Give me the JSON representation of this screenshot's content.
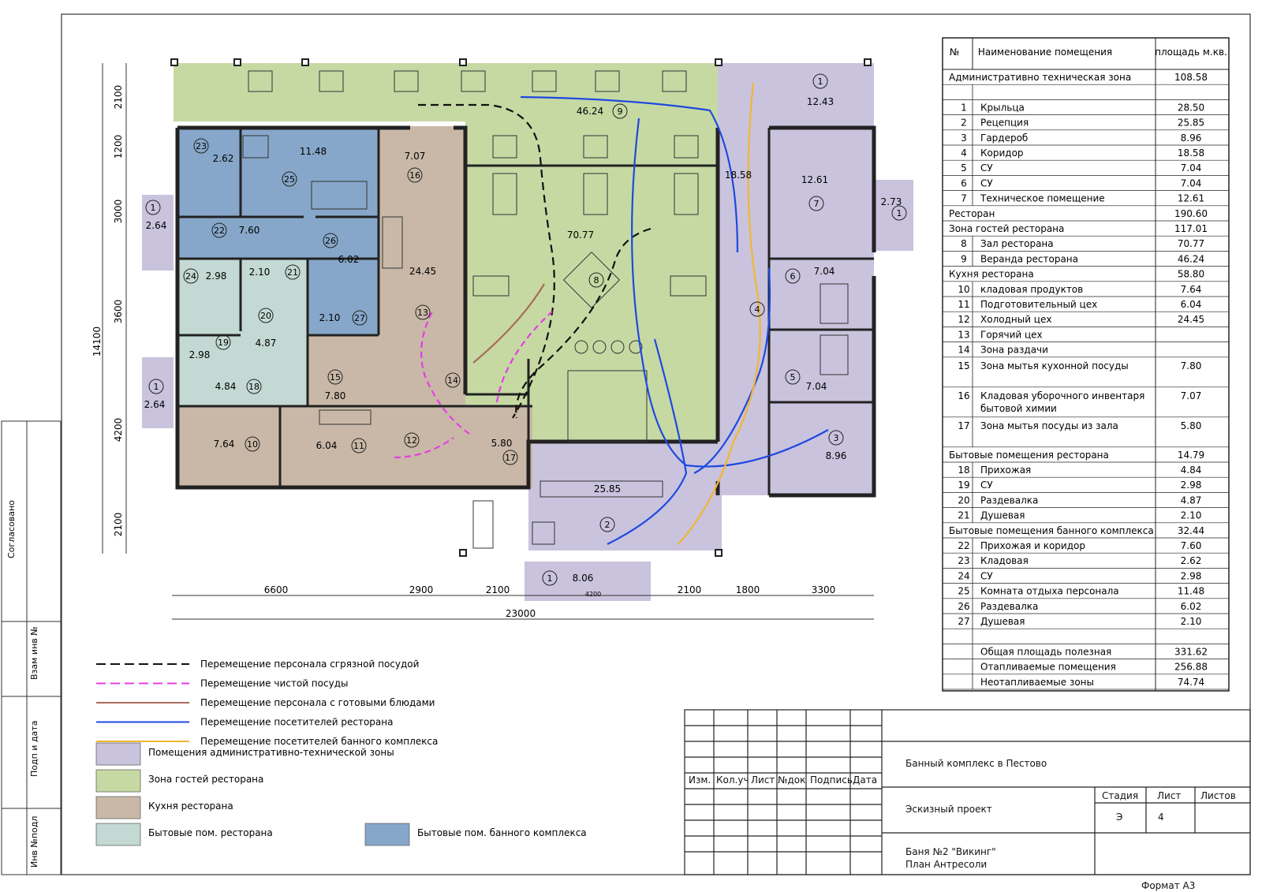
{
  "dimensions": {
    "horizontal": [
      "6600",
      "2900",
      "2100",
      "4200",
      "2100",
      "1800",
      "3300"
    ],
    "total_horizontal": "23000",
    "vertical": [
      "2100",
      "1200",
      "3000",
      "3600",
      "4200",
      "2100"
    ],
    "total_vertical": "14100",
    "porch_width": "4200"
  },
  "rooms": [
    {
      "id": "r1a",
      "number": "1",
      "area": "12.43",
      "zone": "admin"
    },
    {
      "id": "r1b",
      "number": "1",
      "area": "2.73",
      "zone": "admin"
    },
    {
      "id": "r1c",
      "number": "1",
      "area": "2.64",
      "zone": "admin"
    },
    {
      "id": "r1d",
      "number": "1",
      "area": "2.64",
      "zone": "admin"
    },
    {
      "id": "r1e",
      "number": "1",
      "area": "8.06",
      "zone": "admin"
    },
    {
      "id": "r2",
      "number": "2",
      "area": "25.85",
      "zone": "admin"
    },
    {
      "id": "r3",
      "number": "3",
      "area": "8.96",
      "zone": "admin"
    },
    {
      "id": "r4",
      "number": "4",
      "area": "18.58",
      "zone": "admin"
    },
    {
      "id": "r5",
      "number": "5",
      "area": "7.04",
      "zone": "admin"
    },
    {
      "id": "r6",
      "number": "6",
      "area": "7.04",
      "zone": "admin"
    },
    {
      "id": "r7",
      "number": "7",
      "area": "12.61",
      "zone": "admin"
    },
    {
      "id": "r8",
      "number": "8",
      "area": "70.77",
      "zone": "guest"
    },
    {
      "id": "r9",
      "number": "9",
      "area": "46.24",
      "zone": "guest"
    },
    {
      "id": "r10",
      "number": "10",
      "area": "7.64",
      "zone": "kitchen"
    },
    {
      "id": "r11",
      "number": "11",
      "area": "6.04",
      "zone": "kitchen"
    },
    {
      "id": "r12",
      "number": "12",
      "area": "",
      "zone": "kitchen"
    },
    {
      "id": "r13",
      "number": "13",
      "area": "24.45",
      "zone": "kitchen"
    },
    {
      "id": "r14",
      "number": "14",
      "area": "",
      "zone": "kitchen"
    },
    {
      "id": "r15",
      "number": "15",
      "area": "7.80",
      "zone": "kitchen"
    },
    {
      "id": "r16",
      "number": "16",
      "area": "7.07",
      "zone": "kitchen"
    },
    {
      "id": "r17",
      "number": "17",
      "area": "5.80",
      "zone": "kitchen"
    },
    {
      "id": "r18",
      "number": "18",
      "area": "4.84",
      "zone": "staff"
    },
    {
      "id": "r19",
      "number": "19",
      "area": "2.98",
      "zone": "staff"
    },
    {
      "id": "r20",
      "number": "20",
      "area": "4.87",
      "zone": "staff"
    },
    {
      "id": "r21",
      "number": "21",
      "area": "2.10",
      "zone": "staff"
    },
    {
      "id": "r22",
      "number": "22",
      "area": "7.60",
      "zone": "bath"
    },
    {
      "id": "r23",
      "number": "23",
      "area": "2.62",
      "zone": "bath"
    },
    {
      "id": "r24",
      "number": "24",
      "area": "2.98",
      "zone": "bath"
    },
    {
      "id": "r25",
      "number": "25",
      "area": "11.48",
      "zone": "bath"
    },
    {
      "id": "r26",
      "number": "26",
      "area": "6.02",
      "zone": "bath"
    },
    {
      "id": "r27",
      "number": "27",
      "area": "2.10",
      "zone": "bath"
    }
  ],
  "zone_colors": {
    "admin": "#c9c3de",
    "guest": "#c6d9a3",
    "kitchen": "#c9b8a7",
    "staff": "#c4d9d3",
    "bath": "#86a7c9"
  },
  "flow_colors": {
    "dirty": "#111111",
    "clean": "#e63ce6",
    "dishes": "#a86b5b",
    "restaurant_visitors": "#1f49e0",
    "bath_visitors": "#f2b630"
  },
  "legend": {
    "lines": [
      {
        "key": "dirty",
        "label": "Перемещение персонала сгрязной посудой",
        "dashed": true
      },
      {
        "key": "clean",
        "label": "Перемещение чистой посуды",
        "dashed": true
      },
      {
        "key": "dishes",
        "label": "Перемещение персонала с готовыми блюдами",
        "dashed": false
      },
      {
        "key": "restaurant_visitors",
        "label": "Перемещение посетителей  ресторана",
        "dashed": false
      },
      {
        "key": "bath_visitors",
        "label": "Перемещение посетителей банного комплекса",
        "dashed": false
      }
    ],
    "zones": [
      {
        "key": "admin",
        "label": "Помещения административно-технической зоны"
      },
      {
        "key": "guest",
        "label": "Зона гостей ресторана"
      },
      {
        "key": "kitchen",
        "label": "Кухня ресторана"
      },
      {
        "key": "staff",
        "label": "Бытовые пом. ресторана"
      },
      {
        "key": "bath",
        "label": "Бытовые пом. банного комплекса"
      }
    ]
  },
  "explication": {
    "header": {
      "num": "№",
      "name": "Наименование помещения",
      "area": "площадь м.кв."
    },
    "rows": [
      {
        "num": "",
        "name": "Административно техническая зона",
        "area": "108.58",
        "group": true
      },
      {
        "num": "",
        "name": "",
        "area": "",
        "group": false
      },
      {
        "num": "1",
        "name": "Крыльца",
        "area": "28.50",
        "group": false
      },
      {
        "num": "2",
        "name": "Рецепция",
        "area": "25.85",
        "group": false
      },
      {
        "num": "3",
        "name": "Гардероб",
        "area": "8.96",
        "group": false
      },
      {
        "num": "4",
        "name": "Коридор",
        "area": "18.58",
        "group": false
      },
      {
        "num": "5",
        "name": "СУ",
        "area": "7.04",
        "group": false
      },
      {
        "num": "6",
        "name": "СУ",
        "area": "7.04",
        "group": false
      },
      {
        "num": "7",
        "name": "Техническое помещение",
        "area": "12.61",
        "group": false
      },
      {
        "num": "",
        "name": "Ресторан",
        "area": "190.60",
        "group": true
      },
      {
        "num": "",
        "name": "Зона гостей ресторана",
        "area": "117.01",
        "group": true
      },
      {
        "num": "8",
        "name": "Зал ресторана",
        "area": "70.77",
        "group": false
      },
      {
        "num": "9",
        "name": "Веранда ресторана",
        "area": "46.24",
        "group": false
      },
      {
        "num": "",
        "name": "Кухня ресторана",
        "area": "58.80",
        "group": true
      },
      {
        "num": "10",
        "name": "кладовая продуктов",
        "area": "7.64",
        "group": false
      },
      {
        "num": "11",
        "name": "Подготовительный цех",
        "area": "6.04",
        "group": false
      },
      {
        "num": "12",
        "name": "Холодный цех",
        "area": "24.45",
        "group": false
      },
      {
        "num": "13",
        "name": "Горячий цех",
        "area": "",
        "group": false
      },
      {
        "num": "14",
        "name": "Зона раздачи",
        "area": "",
        "group": false
      },
      {
        "num": "15",
        "name": "Зона мытья кухонной  посуды",
        "area": "7.80",
        "group": false,
        "tall": true
      },
      {
        "num": "16",
        "name": "Кладовая уборочного инвентаря бытовой химии",
        "area": "7.07",
        "group": false,
        "tall": true
      },
      {
        "num": "17",
        "name": "Зона мытья посуды из зала",
        "area": "5.80",
        "group": false,
        "tall": true
      },
      {
        "num": "",
        "name": "Бытовые помещения ресторана",
        "area": "14.79",
        "group": true
      },
      {
        "num": "18",
        "name": "Прихожая",
        "area": "4.84",
        "group": false
      },
      {
        "num": "19",
        "name": "СУ",
        "area": "2.98",
        "group": false
      },
      {
        "num": "20",
        "name": "Раздевалка",
        "area": "4.87",
        "group": false
      },
      {
        "num": "21",
        "name": "Душевая",
        "area": "2.10",
        "group": false
      },
      {
        "num": "",
        "name": "Бытовые помещения банного комплекса",
        "area": "32.44",
        "group": true
      },
      {
        "num": "22",
        "name": "Прихожая и коридор",
        "area": "7.60",
        "group": false
      },
      {
        "num": "23",
        "name": "Кладовая",
        "area": "2.62",
        "group": false
      },
      {
        "num": "24",
        "name": "СУ",
        "area": "2.98",
        "group": false
      },
      {
        "num": "25",
        "name": "Комната отдыха персонала",
        "area": "11.48",
        "group": false
      },
      {
        "num": "26",
        "name": "Раздевалка",
        "area": "6.02",
        "group": false
      },
      {
        "num": "27",
        "name": "Душевая",
        "area": "2.10",
        "group": false
      },
      {
        "num": "",
        "name": "",
        "area": "",
        "group": false
      },
      {
        "num": "",
        "name": "Общая площадь полезная",
        "area": "331.62",
        "group": false
      },
      {
        "num": "",
        "name": "Отапливаемые помещения",
        "area": "256.88",
        "group": false
      },
      {
        "num": "",
        "name": "Неотапливаемые зоны",
        "area": "74.74",
        "group": false
      }
    ]
  },
  "title_block": {
    "col_headers": [
      "Изм.",
      "Кол.уч",
      "Лист",
      "№док",
      "Подпись",
      "Дата"
    ],
    "project": "Банный комплекс в Пестово",
    "stage_label": "Эскизный проект",
    "stage_header": "Стадия",
    "sheet_header": "Лист",
    "sheets_header": "Листов",
    "stage_value": "Э",
    "sheet_value": "4",
    "sheets_value": "",
    "drawing_title_1": "Баня №2 \"Викинг\"",
    "drawing_title_2": "План Антресоли",
    "format": "Формат А3"
  },
  "side_stamp": [
    "Согласовано",
    "Взам инв №",
    "Подп и дата",
    "Инв №подл"
  ]
}
